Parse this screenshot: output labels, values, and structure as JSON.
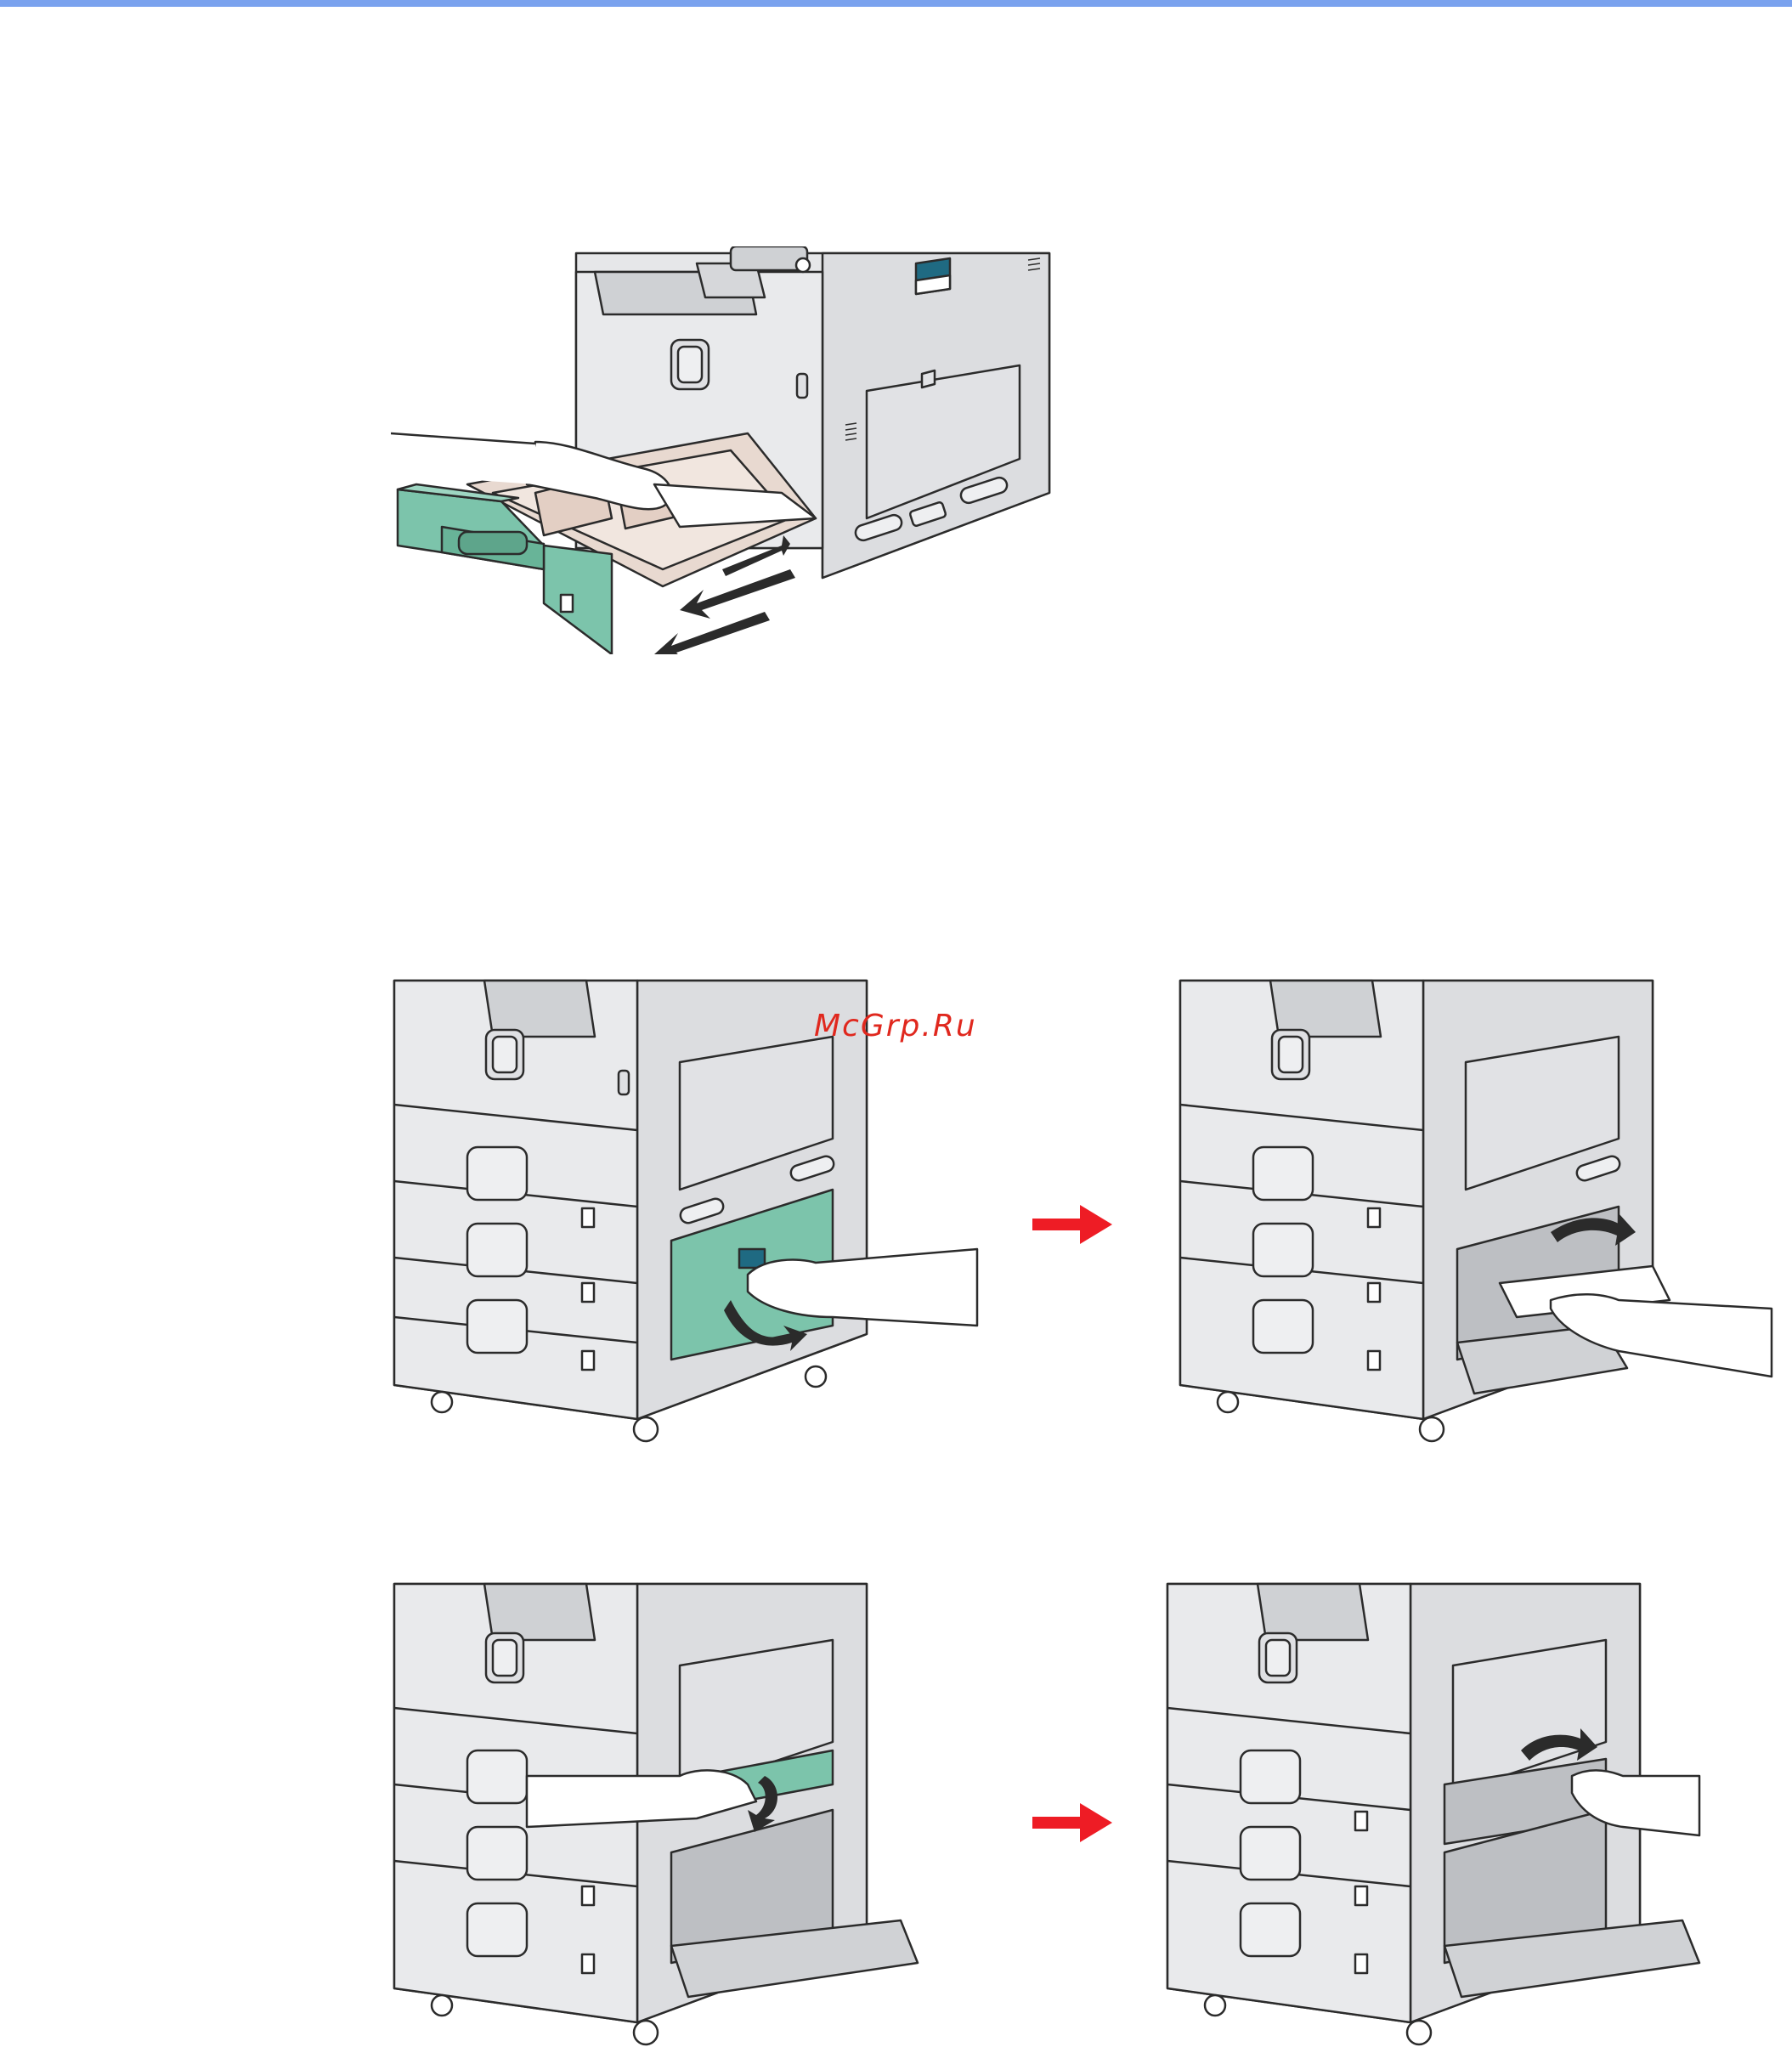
{
  "header": {
    "rule_color": "#7aa2ee"
  },
  "watermark": {
    "text": "McGrp.Ru",
    "color": "#e0281e"
  },
  "colors": {
    "body_gray": "#e6e7e9",
    "body_dark": "#cfd1d4",
    "outline": "#2b2b2b",
    "accent_green": "#7cc4ab",
    "accent_teal": "#1f6a82",
    "step_arrow": "#ee1c25"
  },
  "illustrations": [
    {
      "name": "pull-out-paper-cassette",
      "icon": "printer-cassette-drawer"
    },
    {
      "name": "open-lower-right-cover",
      "icon": "printer-open-cover"
    },
    {
      "name": "remove-jammed-paper-lower",
      "icon": "printer-remove-paper"
    },
    {
      "name": "open-right-cover-upper",
      "icon": "printer-open-upper-cover"
    },
    {
      "name": "remove-jammed-paper-upper",
      "icon": "printer-remove-paper-upper"
    }
  ]
}
